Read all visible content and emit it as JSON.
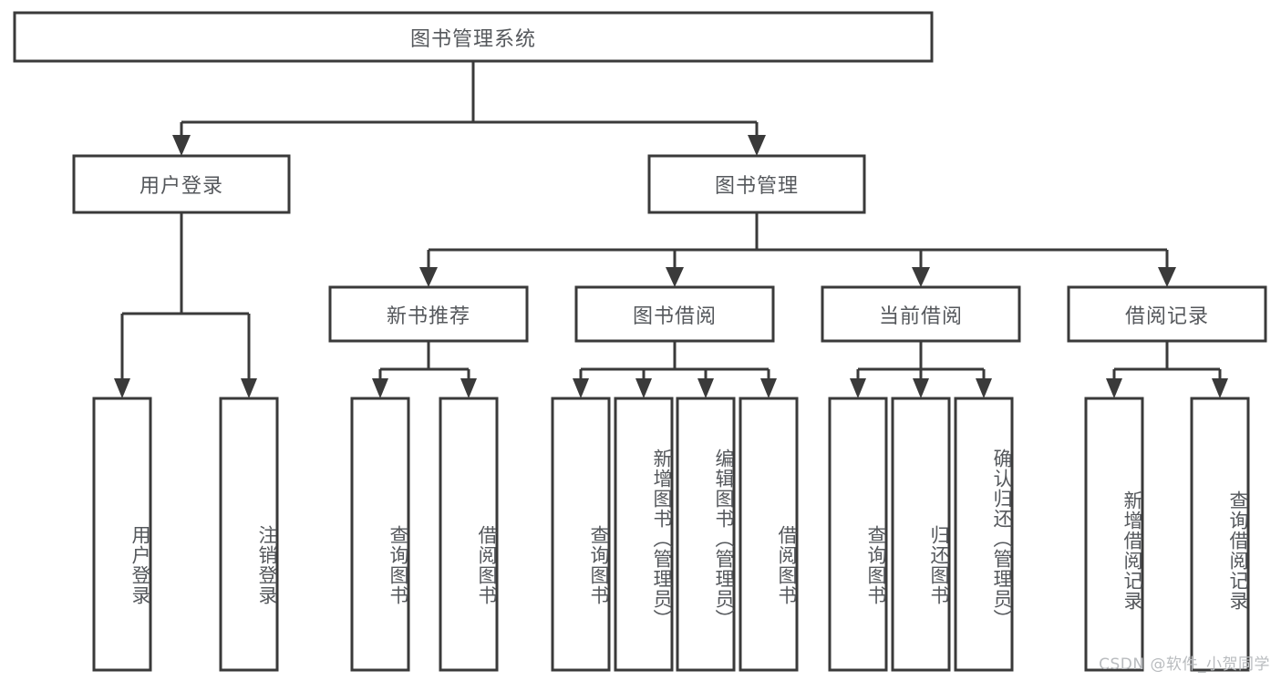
{
  "diagram": {
    "title": "图书管理系统",
    "type": "tree",
    "watermark": "CSDN @软件_小贺同学",
    "colors": {
      "box_stroke": "#3a3a3a",
      "box_fill": "#ffffff",
      "text": "#55585c",
      "background": "#ffffff",
      "watermark": "#b9bcbf"
    },
    "levels": [
      {
        "level": 0,
        "nodes": [
          {
            "id": "root",
            "label": "图书管理系统",
            "orientation": "horizontal"
          }
        ]
      },
      {
        "level": 1,
        "nodes": [
          {
            "id": "login",
            "label": "用户登录",
            "orientation": "horizontal",
            "parent": "root"
          },
          {
            "id": "bookmgmt",
            "label": "图书管理",
            "orientation": "horizontal",
            "parent": "root"
          }
        ]
      },
      {
        "level": 2,
        "nodes": [
          {
            "id": "newbook",
            "label": "新书推荐",
            "orientation": "horizontal",
            "parent": "bookmgmt"
          },
          {
            "id": "borrow",
            "label": "图书借阅",
            "orientation": "horizontal",
            "parent": "bookmgmt"
          },
          {
            "id": "current",
            "label": "当前借阅",
            "orientation": "horizontal",
            "parent": "bookmgmt"
          },
          {
            "id": "records",
            "label": "借阅记录",
            "orientation": "horizontal",
            "parent": "bookmgmt"
          }
        ]
      },
      {
        "level": 3,
        "nodes": [
          {
            "id": "leaf1",
            "label": "用户登录",
            "orientation": "vertical",
            "parent": "login"
          },
          {
            "id": "leaf2",
            "label": "注销登录",
            "orientation": "vertical",
            "parent": "login"
          },
          {
            "id": "leaf3",
            "label": "查询图书",
            "orientation": "vertical",
            "parent": "newbook"
          },
          {
            "id": "leaf4",
            "label": "借阅图书",
            "orientation": "vertical",
            "parent": "newbook"
          },
          {
            "id": "leaf5",
            "label": "查询图书",
            "orientation": "vertical",
            "parent": "borrow"
          },
          {
            "id": "leaf6",
            "label": "新增图书（管理员）",
            "orientation": "vertical",
            "parent": "borrow"
          },
          {
            "id": "leaf7",
            "label": "编辑图书（管理员）",
            "orientation": "vertical",
            "parent": "borrow"
          },
          {
            "id": "leaf8",
            "label": "借阅图书",
            "orientation": "vertical",
            "parent": "borrow"
          },
          {
            "id": "leaf9",
            "label": "查询图书",
            "orientation": "vertical",
            "parent": "current"
          },
          {
            "id": "leaf10",
            "label": "归还图书",
            "orientation": "vertical",
            "parent": "current"
          },
          {
            "id": "leaf11",
            "label": "确认归还（管理员）",
            "orientation": "vertical",
            "parent": "current"
          },
          {
            "id": "leaf12",
            "label": "新增借阅记录",
            "orientation": "vertical",
            "parent": "records"
          },
          {
            "id": "leaf13",
            "label": "查询借阅记录",
            "orientation": "vertical",
            "parent": "records"
          }
        ]
      }
    ],
    "edges": [
      {
        "from": "root",
        "to": "login"
      },
      {
        "from": "root",
        "to": "bookmgmt"
      },
      {
        "from": "bookmgmt",
        "to": "newbook"
      },
      {
        "from": "bookmgmt",
        "to": "borrow"
      },
      {
        "from": "bookmgmt",
        "to": "current"
      },
      {
        "from": "bookmgmt",
        "to": "records"
      },
      {
        "from": "login",
        "to": "leaf1"
      },
      {
        "from": "login",
        "to": "leaf2"
      },
      {
        "from": "newbook",
        "to": "leaf3"
      },
      {
        "from": "newbook",
        "to": "leaf4"
      },
      {
        "from": "borrow",
        "to": "leaf5"
      },
      {
        "from": "borrow",
        "to": "leaf6"
      },
      {
        "from": "borrow",
        "to": "leaf7"
      },
      {
        "from": "borrow",
        "to": "leaf8"
      },
      {
        "from": "current",
        "to": "leaf9"
      },
      {
        "from": "current",
        "to": "leaf10"
      },
      {
        "from": "current",
        "to": "leaf11"
      },
      {
        "from": "records",
        "to": "leaf12"
      },
      {
        "from": "records",
        "to": "leaf13"
      }
    ]
  }
}
